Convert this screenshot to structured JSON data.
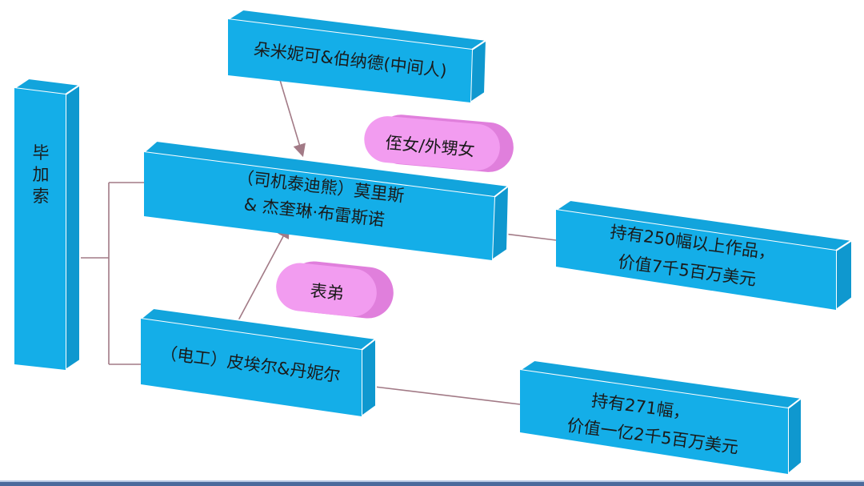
{
  "root": {
    "label": "毕加索"
  },
  "nodes": {
    "intermediary": "朵米妮可&伯纳德(中间人)",
    "morris_line1": "（司机泰迪熊）莫里斯",
    "morris_line2": "& 杰奎琳·布雷斯诺",
    "pierre": "（电工）皮埃尔&丹妮尔",
    "holding1_line1": "持有250幅以上作品，",
    "holding1_line2": "价值7千5百万美元",
    "holding2_line1": "持有271幅，",
    "holding2_line2": "价值一亿2千5百万美元"
  },
  "relations": {
    "niece": "侄女/外甥女",
    "cousin": "表弟"
  },
  "colors": {
    "box": "#14aee8",
    "pill": "#f29cf0",
    "connector": "#a27a86"
  }
}
